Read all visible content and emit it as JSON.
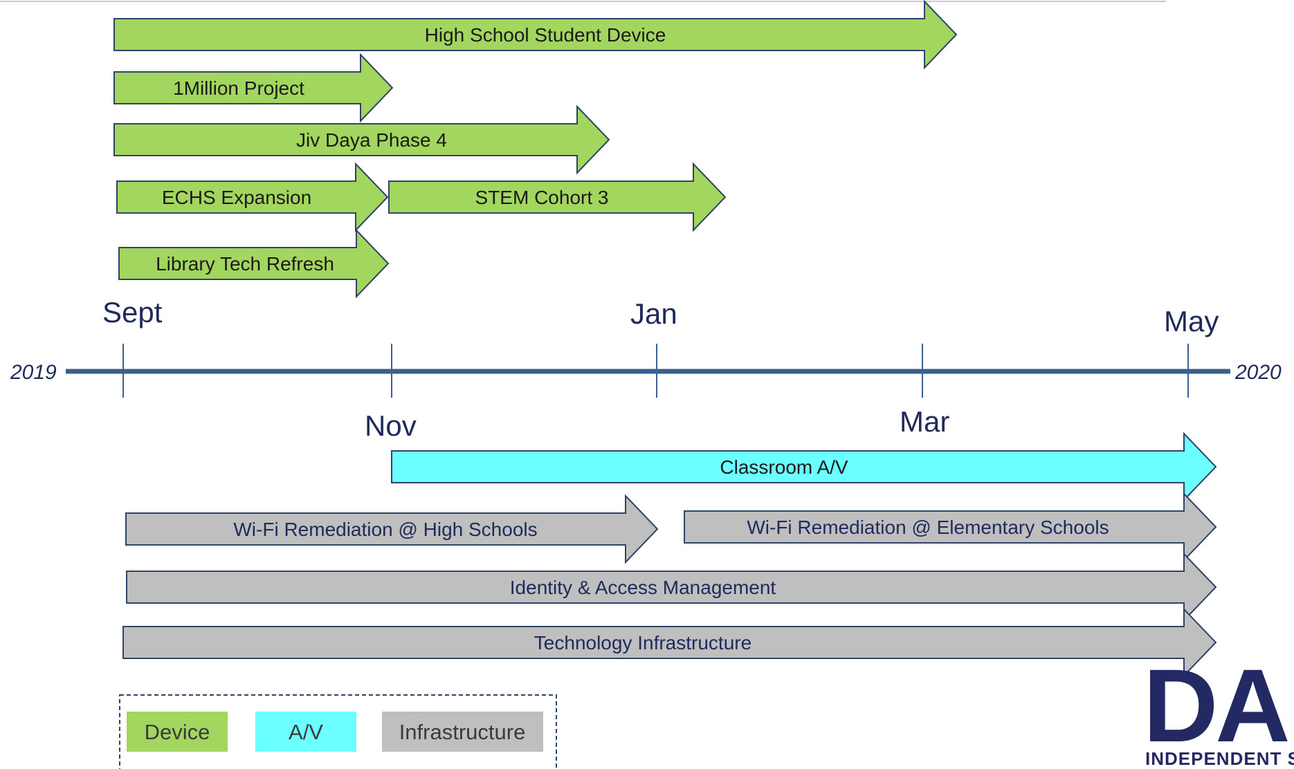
{
  "colors": {
    "device": "#a2d65e",
    "av": "#6cffff",
    "infrastructure": "#bfbfbf",
    "arrow_stroke": "#2f4366",
    "timeline": "#3b5f8f",
    "text_dark": "#1f2a5a"
  },
  "timeline": {
    "start_year": "2019",
    "end_year": "2020",
    "months": [
      "Sept",
      "Nov",
      "Jan",
      "Mar",
      "May"
    ]
  },
  "projects": [
    {
      "label": "High School Student Device",
      "category": "device",
      "start": "Sept",
      "end": "Mar"
    },
    {
      "label": "1Million Project",
      "category": "device",
      "start": "Sept",
      "end": "Nov"
    },
    {
      "label": "Jiv Daya Phase 4",
      "category": "device",
      "start": "Sept",
      "end": "Jan"
    },
    {
      "label": "ECHS Expansion",
      "category": "device",
      "start": "Sept",
      "end": "Nov"
    },
    {
      "label": "STEM Cohort 3",
      "category": "device",
      "start": "Nov",
      "end": "Jan"
    },
    {
      "label": "Library Tech Refresh",
      "category": "device",
      "start": "Sept",
      "end": "Nov"
    },
    {
      "label": "Classroom A/V",
      "category": "av",
      "start": "Nov",
      "end": "May"
    },
    {
      "label": "Wi-Fi Remediation @ High Schools",
      "category": "infrastructure",
      "start": "Sept",
      "end": "Jan"
    },
    {
      "label": "Wi-Fi Remediation @ Elementary Schools",
      "category": "infrastructure",
      "start": "Jan",
      "end": "May"
    },
    {
      "label": "Identity & Access Management",
      "category": "infrastructure",
      "start": "Sept",
      "end": "May"
    },
    {
      "label": "Technology Infrastructure",
      "category": "infrastructure",
      "start": "Sept",
      "end": "May"
    }
  ],
  "legend": [
    {
      "label": "Device",
      "category": "device"
    },
    {
      "label": "A/V",
      "category": "av"
    },
    {
      "label": "Infrastructure",
      "category": "infrastructure"
    }
  ],
  "logo": {
    "main": "DALLAS",
    "sub": "INDEPENDENT SCHOOL DISTRICT"
  }
}
